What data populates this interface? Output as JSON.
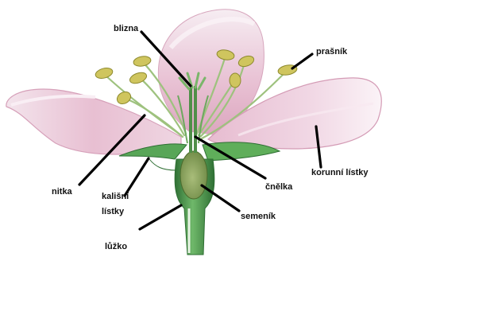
{
  "diagram": {
    "labels": {
      "blizna": "blizna",
      "prasnik": "prašník",
      "nitka": "nitka",
      "kalisni_line1": "kališní",
      "kalisni_line2": "lístky",
      "korunni": "korunní lístky",
      "cnelka": "čnělka",
      "semenik": "semeník",
      "luzko": "lůžko"
    },
    "colors": {
      "petal": "#ecc6d6",
      "petal_edge": "#d99ab6",
      "petal_light": "#f8eef3",
      "stem": "#4e9a4e",
      "stem_dark": "#2f6f34",
      "sepal": "#5fae5a",
      "ovary": "#8ea860",
      "anther": "#c9c35a",
      "filament": "#a7c98a",
      "leader": "#000000"
    }
  }
}
